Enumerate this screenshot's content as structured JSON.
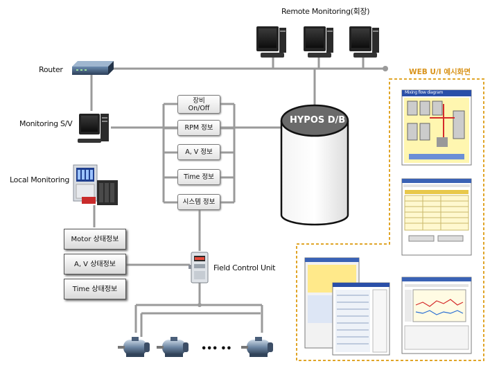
{
  "labels": {
    "remote_monitoring": "Remote Monitoring(회장)",
    "router": "Router",
    "monitoring_sv": "Monitoring S/V",
    "local_monitoring": "Local Monitoring",
    "hypos_db": "HYPOS D/B",
    "web_ui_example": "WEB U/I 예시화면",
    "field_control_unit": "Field Control Unit",
    "ellipsis": "••• ••"
  },
  "function_boxes": [
    "장비\nOn/Off",
    "RPM 정보",
    "A, V 정보",
    "Time 정보",
    "시스템 정보"
  ],
  "status_boxes": [
    "Motor 상태정보",
    "A, V 상태정보",
    "Time 상태정보"
  ],
  "screens": {
    "flow_title": "Mixing flow diagram"
  },
  "colors": {
    "line": "#9a9a9a",
    "dashed_border": "#e0a528",
    "db_body": "#ffffff",
    "web_title": "#d9931a"
  }
}
